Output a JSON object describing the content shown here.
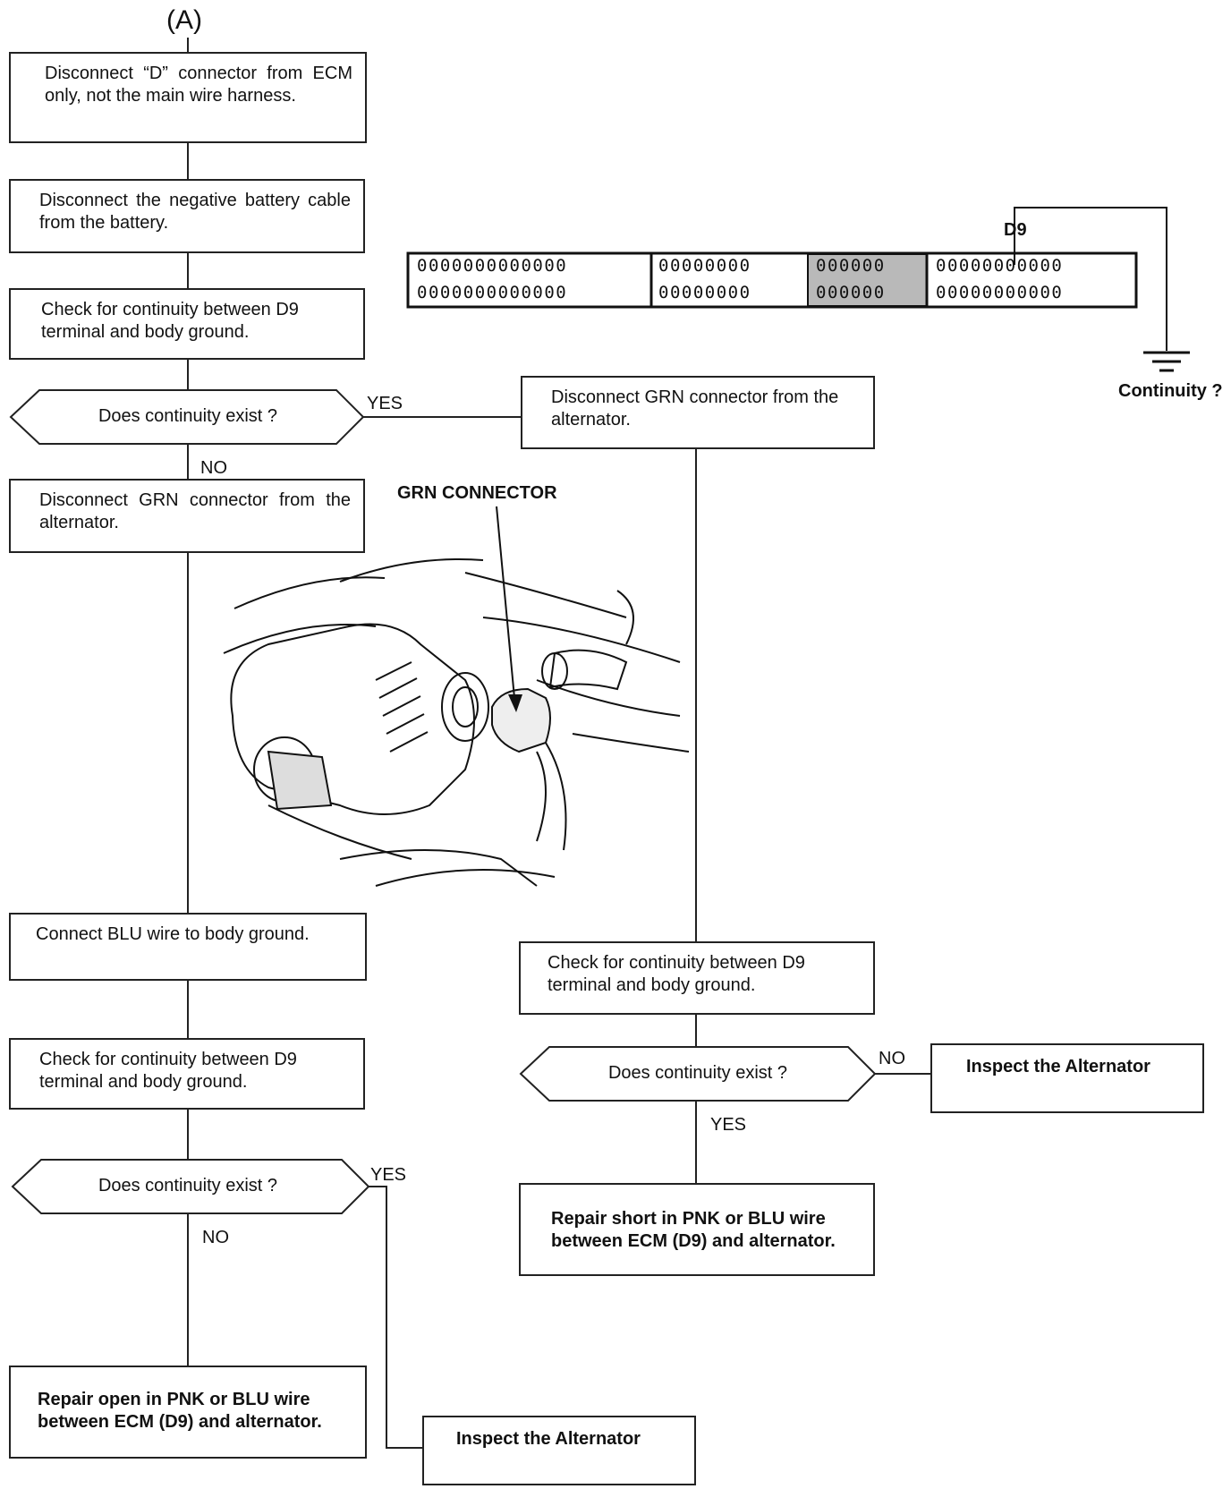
{
  "start_label": "(A)",
  "left_column": {
    "step1": "Disconnect “D” connector from ECM only, not the main wire harness.",
    "step2": "Disconnect the negative battery cable from the battery.",
    "step3": "Check for continuity between D9 terminal and body ground.",
    "decision1": "Does continuity exist ?",
    "decision1_yes": "YES",
    "decision1_no": "NO",
    "step4": "Disconnect GRN connector from the alternator.",
    "step5": "Connect BLU wire to body ground.",
    "step6": "Check for continuity between D9 terminal and body ground.",
    "decision2": "Does continuity exist ?",
    "decision2_yes": "YES",
    "decision2_no": "NO",
    "result_repair_open": "Repair open in PNK or BLU wire between ECM (D9) and alternator.",
    "result_inspect": "Inspect the Alternator"
  },
  "right_column": {
    "step1": "Disconnect GRN connector from the alternator.",
    "step2": "Check for continuity between D9 terminal and body ground.",
    "decision": "Does continuity exist ?",
    "decision_no": "NO",
    "decision_yes": "YES",
    "result_inspect": "Inspect the Alternator",
    "result_repair_short": "Repair short in PNK or BLU wire between ECM (D9) and alternator."
  },
  "connector_diagram": {
    "terminal_label": "D9",
    "ground_label": "Continuity ?",
    "section1_row": "0000000000000",
    "section2_row": "00000000",
    "section3_row": "000000",
    "section4_row": "00000000000"
  },
  "illustration": {
    "callout": "GRN CONNECTOR"
  }
}
